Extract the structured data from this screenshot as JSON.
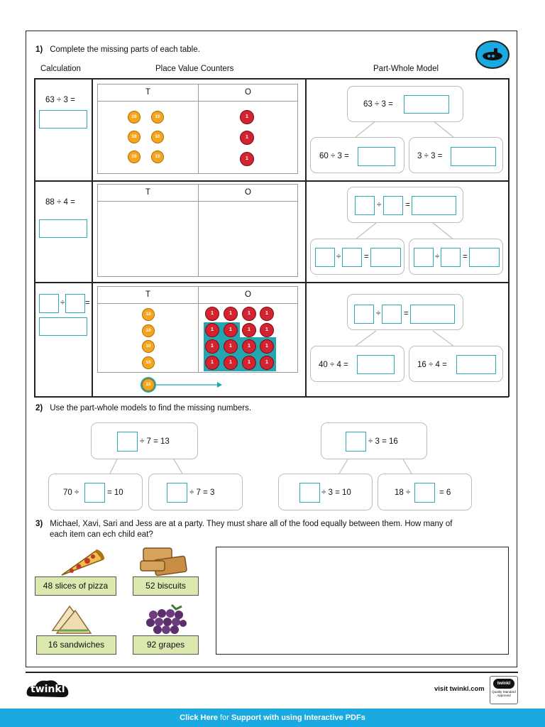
{
  "q1": {
    "number": "1)",
    "instruction": "Complete the missing parts of each table.",
    "headers": {
      "calculation": "Calculation",
      "place_value": "Place Value Counters",
      "part_whole": "Part-Whole Model"
    },
    "rows": [
      {
        "calc": "63 ÷ 3 =",
        "pv_t": "T",
        "pv_o": "O",
        "top": "63 ÷ 3 =",
        "left": "60 ÷ 3 =",
        "right": "3 ÷ 3 ="
      },
      {
        "calc": "88 ÷ 4 =",
        "pv_t": "T",
        "pv_o": "O",
        "top_div": "÷",
        "top_eq": "=",
        "left_div": "÷",
        "left_eq": "=",
        "right_div": "÷",
        "right_eq": "="
      },
      {
        "calc_div": "÷",
        "calc_eq": "=",
        "pv_t": "T",
        "pv_o": "O",
        "top_div": "÷",
        "top_eq": "=",
        "left": "40 ÷ 4 =",
        "right": "16 ÷ 4 ="
      }
    ],
    "counter_ten": "10",
    "counter_one": "1",
    "colors": {
      "ten": "#f4a51c",
      "one": "#d32230",
      "highlight": "#23a6b0",
      "input_border": "#2aa8b8"
    }
  },
  "q2": {
    "number": "2)",
    "instruction": "Use the part-whole models to find the missing numbers.",
    "model1": {
      "top": "÷ 7 = 13",
      "left_pre": "70 ÷",
      "left_post": "= 10",
      "right": "÷ 7 = 3"
    },
    "model2": {
      "top": "÷ 3 = 16",
      "left": "÷ 3 = 10",
      "right_pre": "18 ÷",
      "right_post": "= 6"
    }
  },
  "q3": {
    "number": "3)",
    "instruction_line1": "Michael, Xavi, Sari and Jess are at a party. They must share all of the food equally between them. How many of",
    "instruction_line2": "each item can ech child eat?",
    "items": [
      "48 slices of pizza",
      "52 biscuits",
      "16 sandwiches",
      "92 grapes"
    ],
    "label_color": "#dbe8b0"
  },
  "footer": {
    "brand": "twinkl",
    "visit": "visit twinkl.com",
    "badge": "twinkl",
    "badge_sub": "Quality Standard Approved",
    "bar_click": "Click Here",
    "bar_for": "for",
    "bar_rest": "Support with using Interactive PDFs",
    "bar_color": "#1aa9e0"
  }
}
